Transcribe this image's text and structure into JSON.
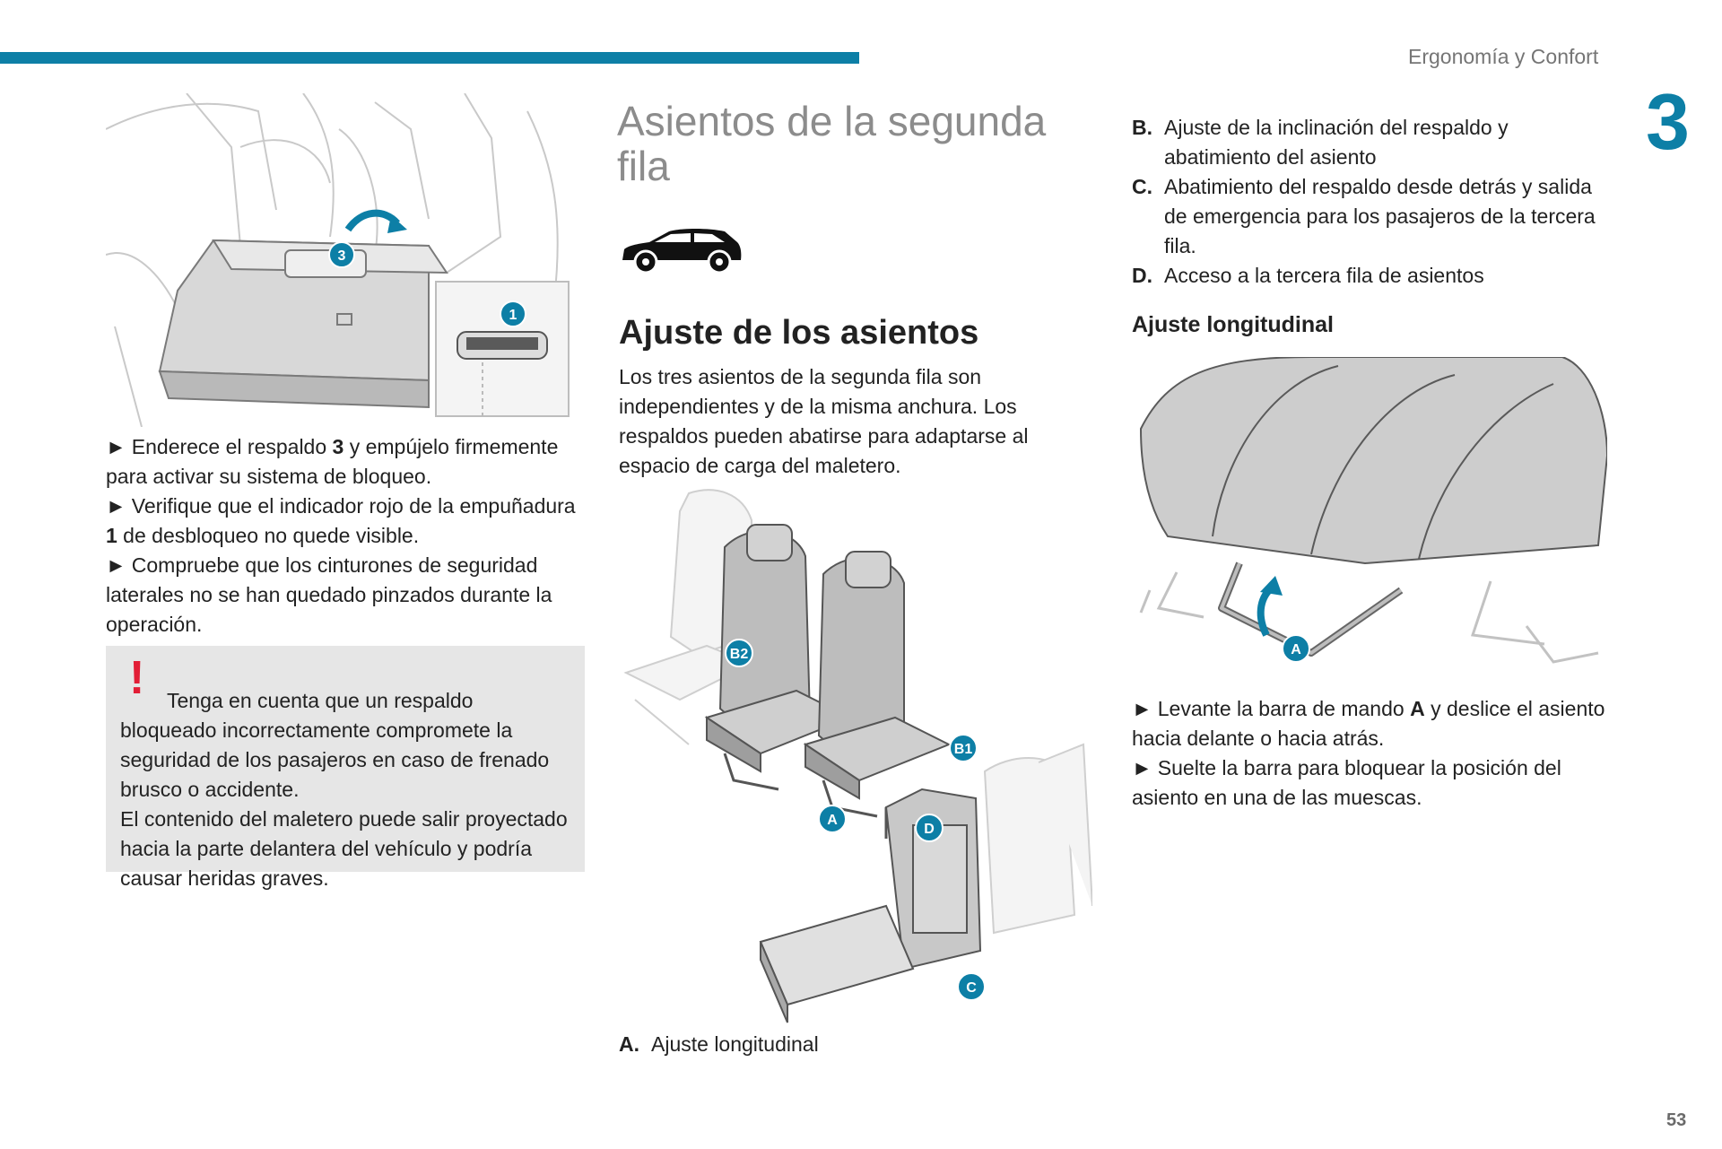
{
  "header": {
    "section_title": "Ergonomía y Confort",
    "chapter_number": "3",
    "accent_color": "#0d7fa6"
  },
  "page_number": "53",
  "left_column": {
    "figure_callouts": [
      "3",
      "1"
    ],
    "instructions": [
      {
        "arrow": "►",
        "before": "Enderece el respaldo ",
        "bold": "3",
        "after": " y empújelo firmemente para activar su sistema de bloqueo."
      },
      {
        "arrow": "►",
        "before": "Verifique que el indicador rojo de la empuñadura ",
        "bold": "1",
        "after": " de desbloqueo no quede visible."
      },
      {
        "arrow": "►",
        "before": "Compruebe que los cinturones de seguridad laterales no se han quedado pinzados durante la operación.",
        "bold": "",
        "after": ""
      }
    ],
    "warning": {
      "icon": "!",
      "icon_color": "#e21e36",
      "lines": [
        "Tenga en cuenta que un respaldo bloqueado incorrectamente compromete la seguridad de los pasajeros en caso de frenado brusco o accidente.",
        "El contenido del maletero puede salir proyectado hacia la parte delantera del vehículo y podría causar heridas graves."
      ]
    }
  },
  "middle_column": {
    "title": "Asientos de la segunda fila",
    "car_icon": "car-suv-icon",
    "heading": "Ajuste de los asientos",
    "paragraph": "Los tres asientos de la segunda fila son independientes y de la misma anchura. Los respaldos pueden abatirse para adaptarse al espacio de carga del maletero.",
    "figure_callouts": [
      "B2",
      "B1",
      "A",
      "D",
      "C"
    ],
    "legend": [
      {
        "key": "A.",
        "text": "Ajuste longitudinal"
      }
    ]
  },
  "right_column": {
    "legend": [
      {
        "key": "B.",
        "text": "Ajuste de la inclinación del respaldo y abatimiento del asiento"
      },
      {
        "key": "C.",
        "text": "Abatimiento del respaldo desde detrás y salida de emergencia para los pasajeros de la tercera fila."
      },
      {
        "key": "D.",
        "text": "Acceso a la tercera fila de asientos"
      }
    ],
    "heading": "Ajuste longitudinal",
    "figure_callouts": [
      "A"
    ],
    "instructions": [
      {
        "arrow": "►",
        "before": "Levante la barra de mando ",
        "bold": "A",
        "after": " y deslice el asiento hacia delante o hacia atrás."
      },
      {
        "arrow": "►",
        "before": "Suelte la barra para bloquear la posición del asiento en una de las muescas.",
        "bold": "",
        "after": ""
      }
    ]
  }
}
